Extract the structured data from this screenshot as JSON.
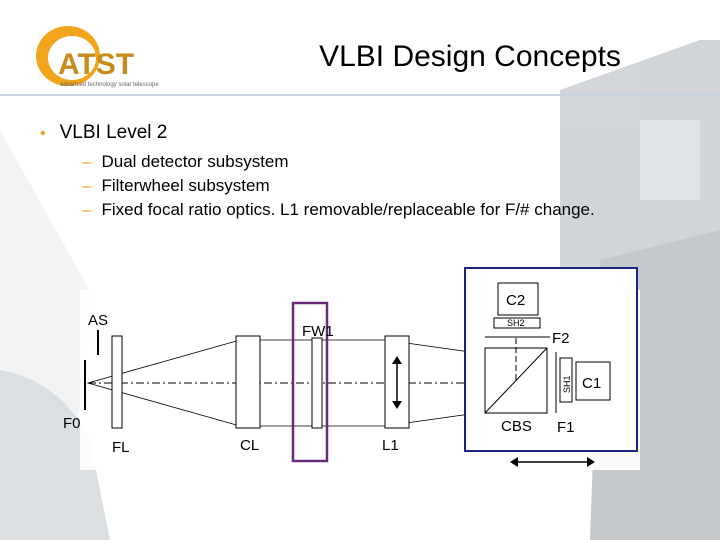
{
  "header": {
    "logo_text": "ATST",
    "logo_subtitle": "advanced technology solar telescope",
    "title": "VLBI Design Concepts"
  },
  "bullets": {
    "level1": "VLBI Level 2",
    "level2": [
      "Dual detector subsystem",
      "Filterwheel subsystem",
      "Fixed focal ratio optics. L1 removable/replaceable for F/# change."
    ]
  },
  "diagram_labels": {
    "as": "AS",
    "f0": "F0",
    "fl": "FL",
    "cl": "CL",
    "fw1": "FW1",
    "l1": "L1",
    "c2": "C2",
    "sh2": "SH2",
    "f2": "F2",
    "c1": "C1",
    "sh1": "SH1",
    "cbs": "CBS",
    "f1": "F1"
  },
  "colors": {
    "accent_bullet": "#f0a020",
    "fw1_box": "#6a2a7a",
    "detector_box": "#1a237e"
  }
}
